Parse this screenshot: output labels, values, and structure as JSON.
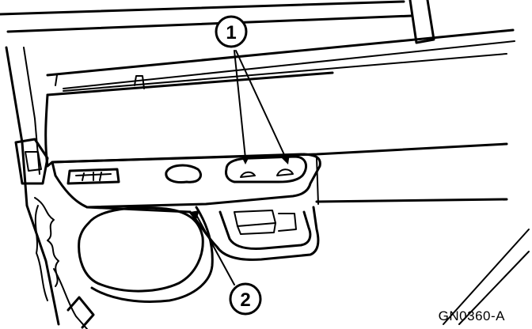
{
  "callouts": [
    {
      "id": "1",
      "label": "1"
    },
    {
      "id": "2",
      "label": "2"
    }
  ],
  "figure_code": "GN0360-A",
  "colors": {
    "ink": "#000000",
    "paper": "#ffffff"
  }
}
